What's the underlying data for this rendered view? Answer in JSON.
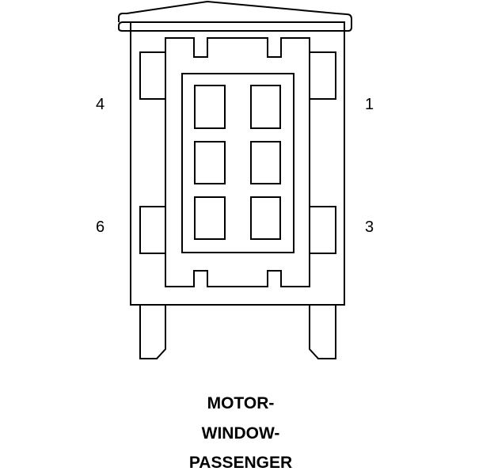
{
  "pins": {
    "top_left": "4",
    "top_right": "1",
    "bottom_left": "6",
    "bottom_right": "3"
  },
  "caption": {
    "line1": "MOTOR-",
    "line2": "WINDOW-",
    "line3": "PASSENGER"
  },
  "colors": {
    "stroke": "#000000",
    "background": "#ffffff"
  }
}
